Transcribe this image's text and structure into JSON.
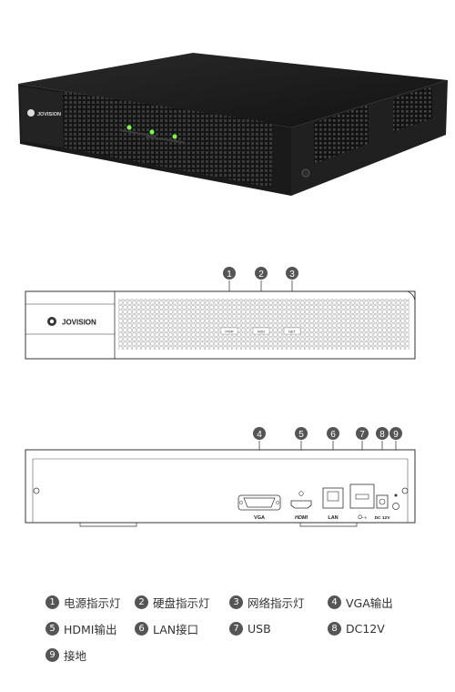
{
  "front_panel": {
    "brand": "JOVISION",
    "led_labels": [
      "PWR",
      "HDD",
      "NET"
    ]
  },
  "callouts_front": [
    "1",
    "2",
    "3"
  ],
  "callouts_back": [
    "4",
    "5",
    "6",
    "7",
    "8",
    "9"
  ],
  "rear_panel": {
    "vga_label": "VGA",
    "hdmi_label": "HDMI",
    "lan_label": "LAN",
    "usb_symbol": "⭘⇢",
    "dc_label": "DC 12V"
  },
  "legend": [
    {
      "num": "1",
      "label": "电源指示灯"
    },
    {
      "num": "2",
      "label": "硬盘指示灯"
    },
    {
      "num": "3",
      "label": "网络指示灯"
    },
    {
      "num": "4",
      "label": "VGA输出"
    },
    {
      "num": "5",
      "label": "HDMI输出"
    },
    {
      "num": "6",
      "label": "LAN接口"
    },
    {
      "num": "7",
      "label": "USB"
    },
    {
      "num": "8",
      "label": "DC12V"
    },
    {
      "num": "9",
      "label": "接地"
    }
  ],
  "colors": {
    "device_body": "#1c1c1c",
    "led": "#7dff4a",
    "callout": "#555555",
    "line": "#444444"
  }
}
